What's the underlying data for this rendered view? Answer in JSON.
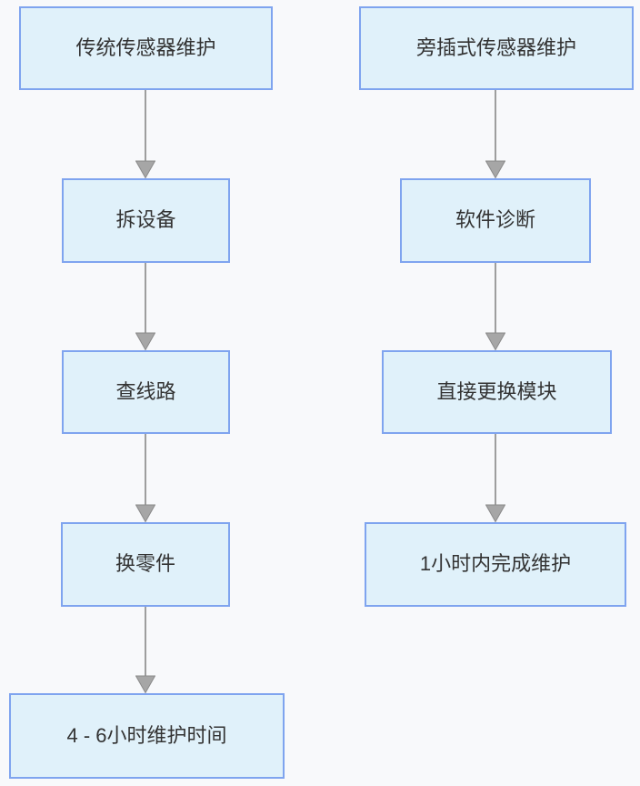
{
  "diagram": {
    "type": "flowchart",
    "direction": "top-down",
    "colors": {
      "background": "#f8f9fb",
      "node_fill": "#e0f1fa",
      "node_border": "#7fa4ef",
      "arrow_line": "#9e9e9e",
      "arrow_head_fill": "#a6a6a6",
      "arrow_head_stroke": "#8a8a8a",
      "text": "#333333"
    },
    "left_flow": {
      "nodes": [
        {
          "label": "传统传感器维护"
        },
        {
          "label": "拆设备"
        },
        {
          "label": "查线路"
        },
        {
          "label": "换零件"
        },
        {
          "label": "4 - 6小时维护时间"
        }
      ],
      "edges": [
        "0->1",
        "1->2",
        "2->3",
        "3->4"
      ]
    },
    "right_flow": {
      "nodes": [
        {
          "label": "旁插式传感器维护"
        },
        {
          "label": "软件诊断"
        },
        {
          "label": "直接更换模块"
        },
        {
          "label": "1小时内完成维护"
        }
      ],
      "edges": [
        "0->1",
        "1->2",
        "2->3"
      ]
    }
  }
}
